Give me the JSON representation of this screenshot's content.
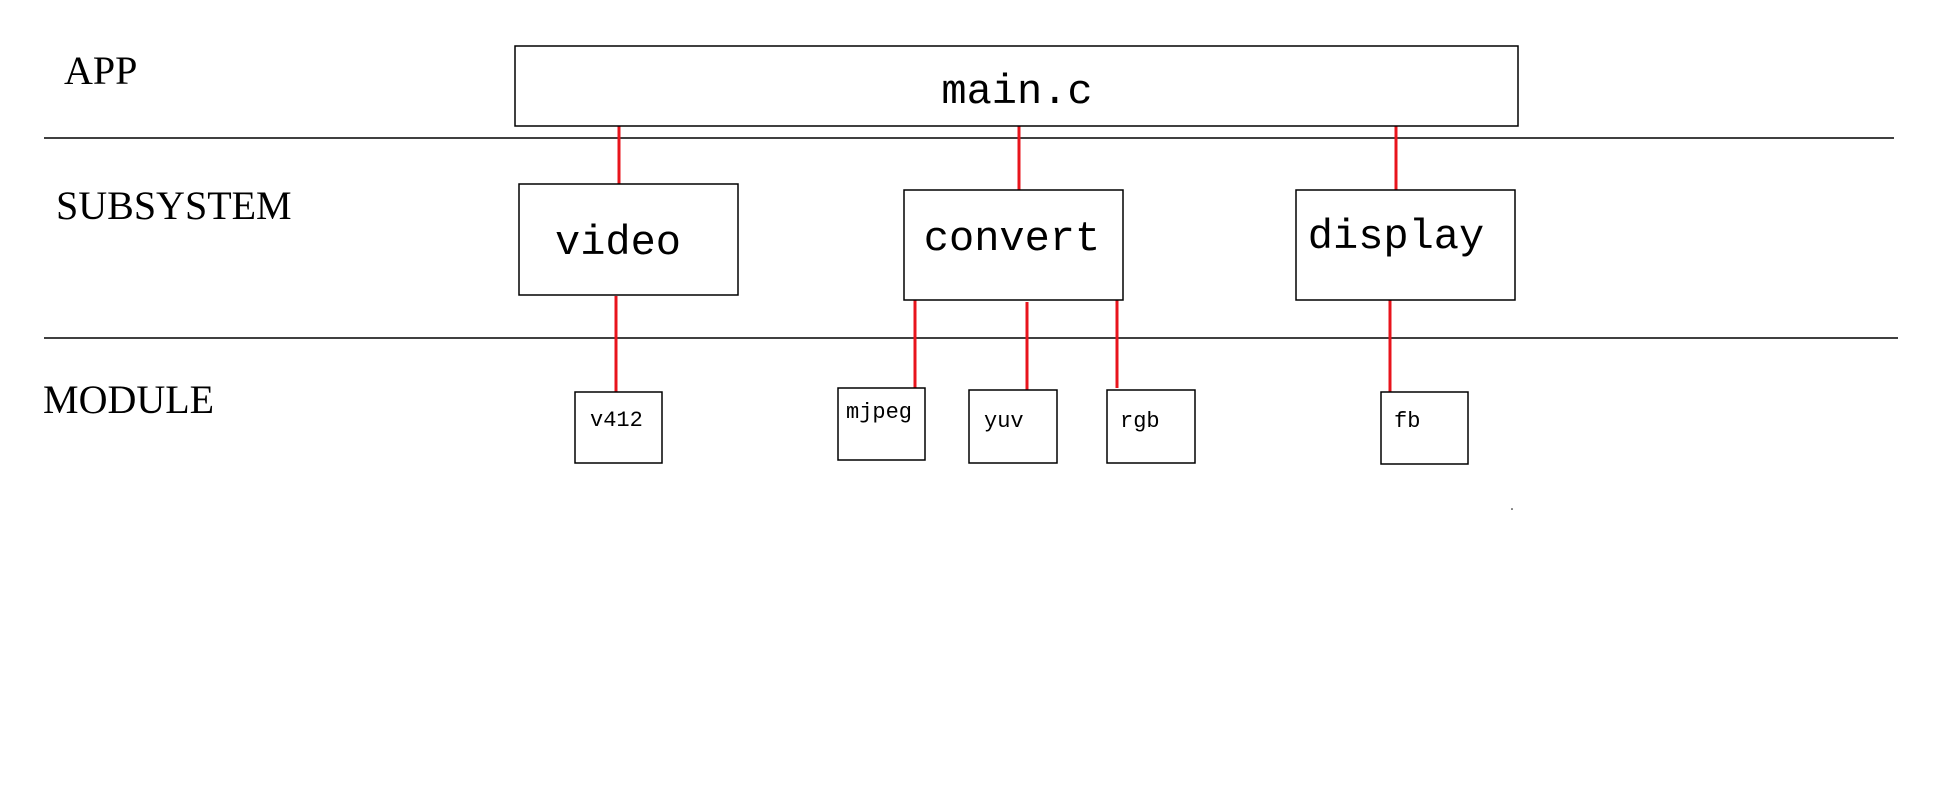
{
  "layers": {
    "app": "APP",
    "subsystem": "SUBSYSTEM",
    "module": "MODULE"
  },
  "app": {
    "main": "main.c"
  },
  "subsystems": {
    "video": "video",
    "convert": "convert",
    "display": "display"
  },
  "modules": {
    "v4l2": "v412",
    "mjpeg": "mjpeg",
    "yuv": "yuv",
    "rgb": "rgb",
    "fb": "fb"
  },
  "colors": {
    "connector": "#e8141c",
    "line": "#000000"
  }
}
